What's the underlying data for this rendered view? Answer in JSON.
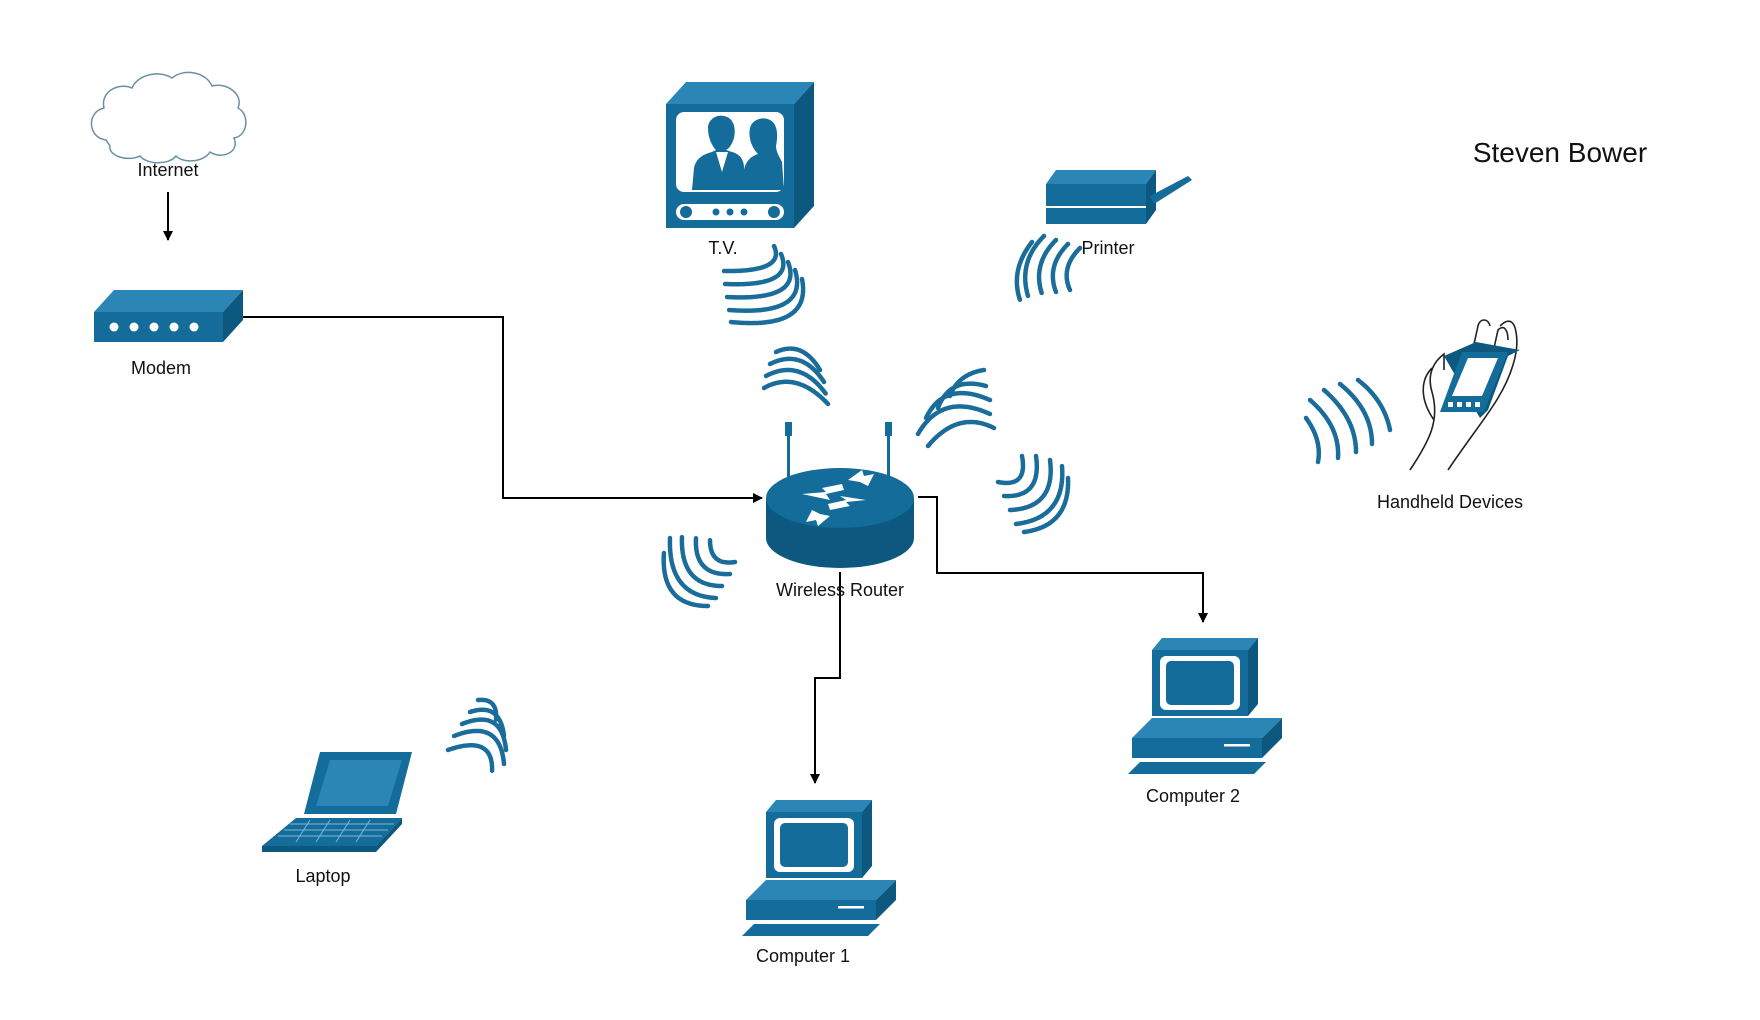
{
  "title": "Steven Bower",
  "colors": {
    "device": "#136c9a",
    "device_light": "#2b86b6",
    "device_dark": "#0c587f",
    "connector": "#000000",
    "signal": "#1a6c9a"
  },
  "nodes": {
    "internet": {
      "label": "Internet",
      "icon": "cloud-icon"
    },
    "modem": {
      "label": "Modem",
      "icon": "modem-icon"
    },
    "tv": {
      "label": "T.V.",
      "icon": "tv-icon"
    },
    "printer": {
      "label": "Printer",
      "icon": "printer-icon"
    },
    "router": {
      "label": "Wireless Router",
      "icon": "wireless-router-icon"
    },
    "handheld": {
      "label": "Handheld Devices",
      "icon": "handheld-device-icon"
    },
    "laptop": {
      "label": "Laptop",
      "icon": "laptop-icon"
    },
    "computer1": {
      "label": "Computer 1",
      "icon": "desktop-computer-icon"
    },
    "computer2": {
      "label": "Computer 2",
      "icon": "desktop-computer-icon"
    }
  },
  "connections": [
    {
      "from": "internet",
      "to": "modem",
      "type": "arrow"
    },
    {
      "from": "modem",
      "to": "router",
      "type": "arrow"
    },
    {
      "from": "router",
      "to": "computer1",
      "type": "arrow"
    },
    {
      "from": "router",
      "to": "computer2",
      "type": "arrow"
    }
  ],
  "wireless_links": [
    "tv",
    "printer",
    "handheld",
    "laptop"
  ]
}
